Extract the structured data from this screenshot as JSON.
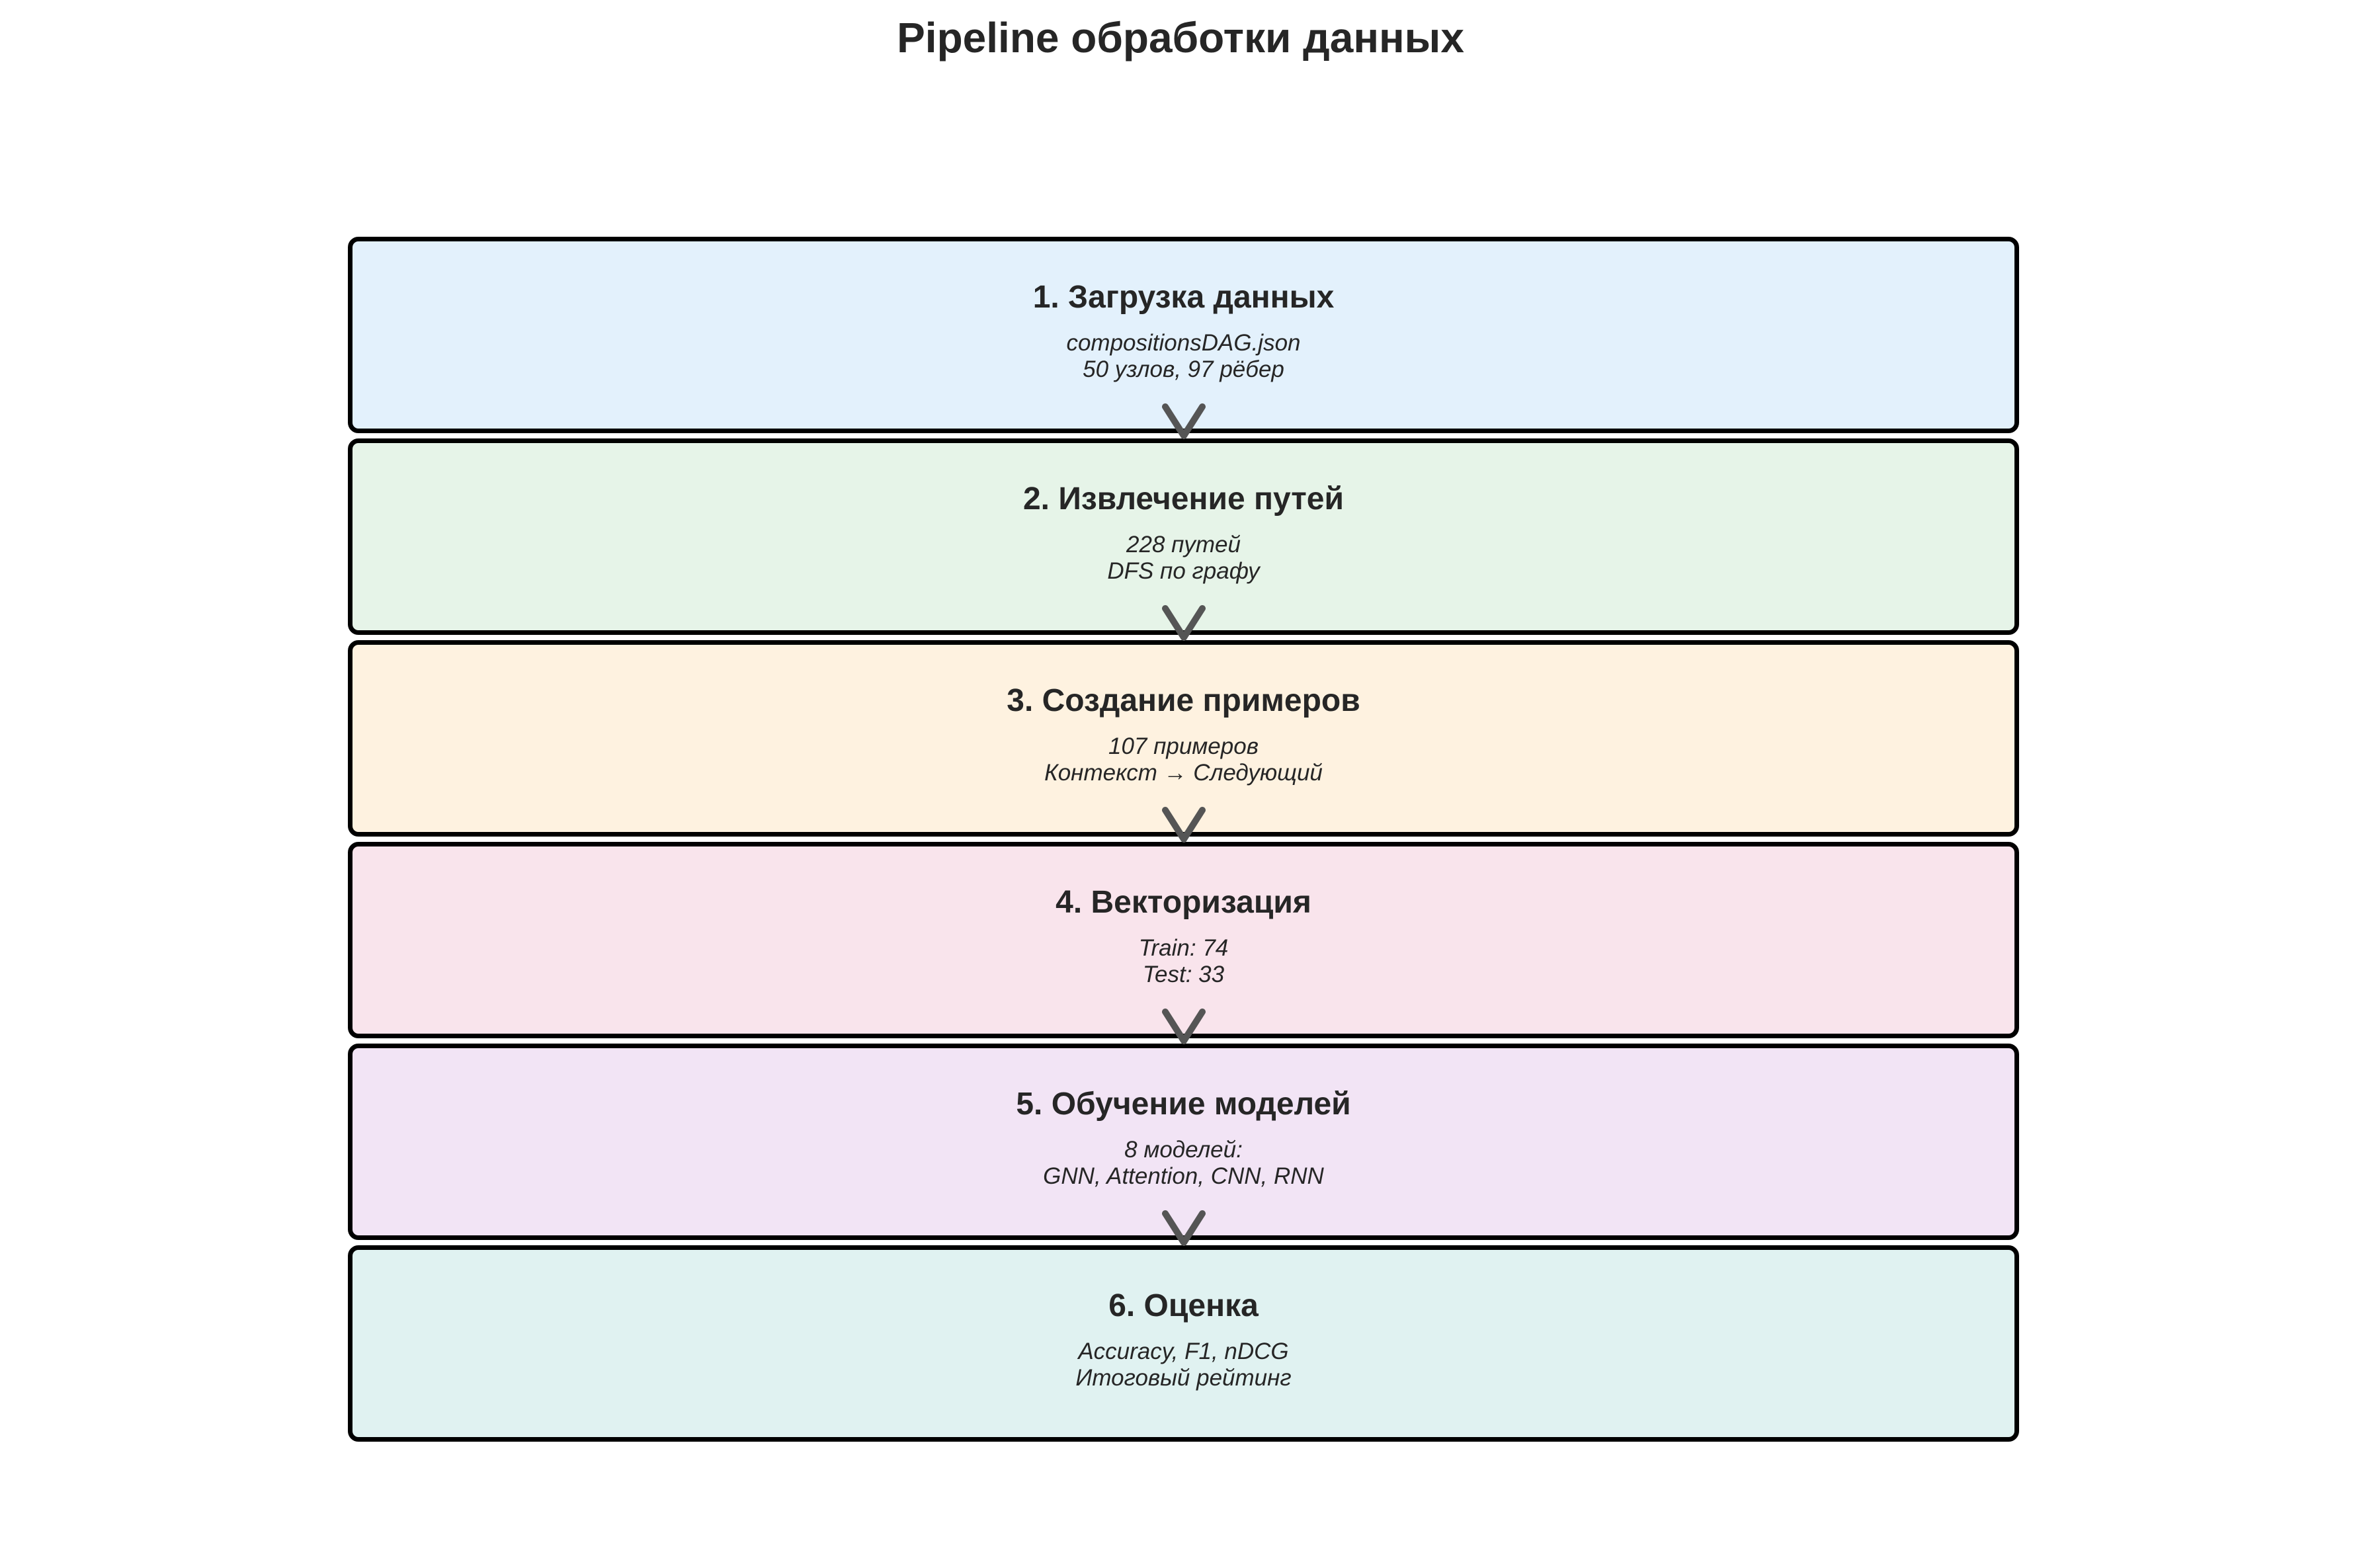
{
  "title": "Pipeline обработки данных",
  "stages": [
    {
      "title": "1. Загрузка данных",
      "line1": "compositionsDAG.json",
      "line2": "50 узлов, 97 рёбер",
      "color": "#e3f1fc"
    },
    {
      "title": "2. Извлечение путей",
      "line1": "228 путей",
      "line2": "DFS по графу",
      "color": "#e6f4e8"
    },
    {
      "title": "3. Создание примеров",
      "line1": "107 примеров",
      "line2": "Контекст → Следующий",
      "color": "#fef2e0"
    },
    {
      "title": "4. Векторизация",
      "line1": "Train: 74",
      "line2": "Test: 33",
      "color": "#f9e4ec"
    },
    {
      "title": "5. Обучение моделей",
      "line1": "8 моделей:",
      "line2": "GNN, Attention, CNN, RNN",
      "color": "#f2e4f5"
    },
    {
      "title": "6. Оценка",
      "line1": "Accuracy, F1, nDCG",
      "line2": "Итоговый рейтинг",
      "color": "#e0f2f1"
    }
  ],
  "arrow_color": "#555555",
  "border_color": "#000000",
  "arrow_icon": "chevron-down-icon"
}
